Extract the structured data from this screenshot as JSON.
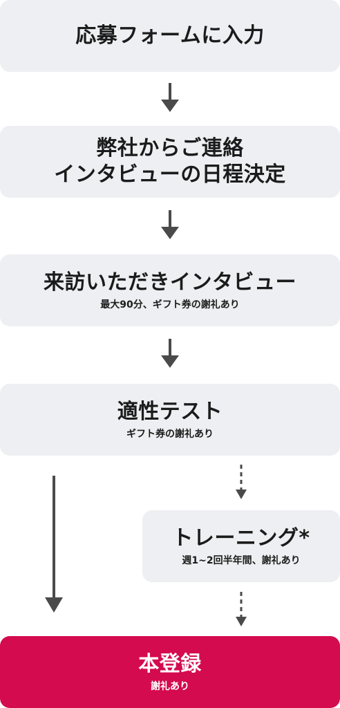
{
  "steps": [
    {
      "title": "応募フォームに入力"
    },
    {
      "title_line1": "弊社からご連絡",
      "title_line2": "インタビューの日程決定"
    },
    {
      "title": "来訪いただきインタビュー",
      "note": "最大90分、ギフト券の謝礼あり"
    },
    {
      "title": "適性テスト",
      "note": "ギフト券の謝礼あり"
    },
    {
      "title": "トレーニング*",
      "note": "週1~2回半年間、謝礼あり"
    },
    {
      "title": "本登録",
      "note": "謝礼あり"
    }
  ],
  "colors": {
    "box_background": "#eeeff2",
    "final_box_background": "#d40b4f",
    "arrow": "#4a4a4a",
    "text": "#1b1b1b"
  }
}
